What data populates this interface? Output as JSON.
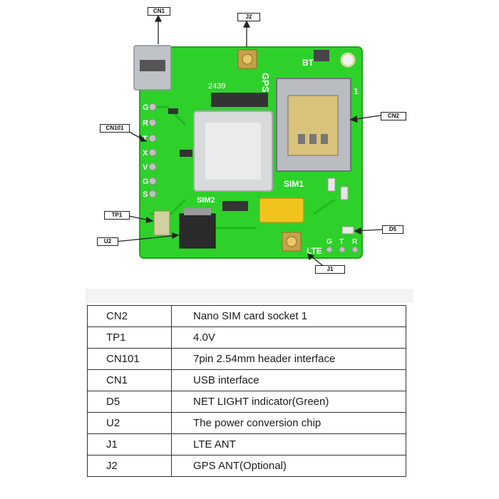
{
  "callouts": {
    "cn1": "CN1",
    "j2": "J2",
    "cn2": "CN2",
    "cn101": "CN101",
    "tp1": "TP1",
    "u2": "U2",
    "d5": "D5",
    "j1": "J1"
  },
  "silkscreen": {
    "gps": "GPS",
    "bt": "BT",
    "number": "2439",
    "sim1": "SIM1",
    "sim2": "SIM2",
    "lte": "LTE",
    "pin_labels": [
      "G",
      "R",
      "T",
      "X",
      "V",
      "G",
      "S"
    ],
    "bottom_pins": [
      "G",
      "T",
      "R"
    ],
    "pad_1": "1"
  },
  "table": {
    "rows": [
      {
        "code": "CN2",
        "desc": "Nano SIM card socket 1"
      },
      {
        "code": "TP1",
        "desc": "4.0V"
      },
      {
        "code": "CN101",
        "desc": "7pin 2.54mm header interface"
      },
      {
        "code": "CN1",
        "desc": "USB interface"
      },
      {
        "code": "D5",
        "desc": "NET LIGHT indicator(Green)"
      },
      {
        "code": "U2",
        "desc": "The power conversion chip"
      },
      {
        "code": "J1",
        "desc": "LTE ANT"
      },
      {
        "code": "J2",
        "desc": "GPS ANT(Optional)"
      }
    ]
  },
  "colors": {
    "pcb": "#2ed12a",
    "pcb_dark": "#1fa81c",
    "table_border": "#333333"
  }
}
